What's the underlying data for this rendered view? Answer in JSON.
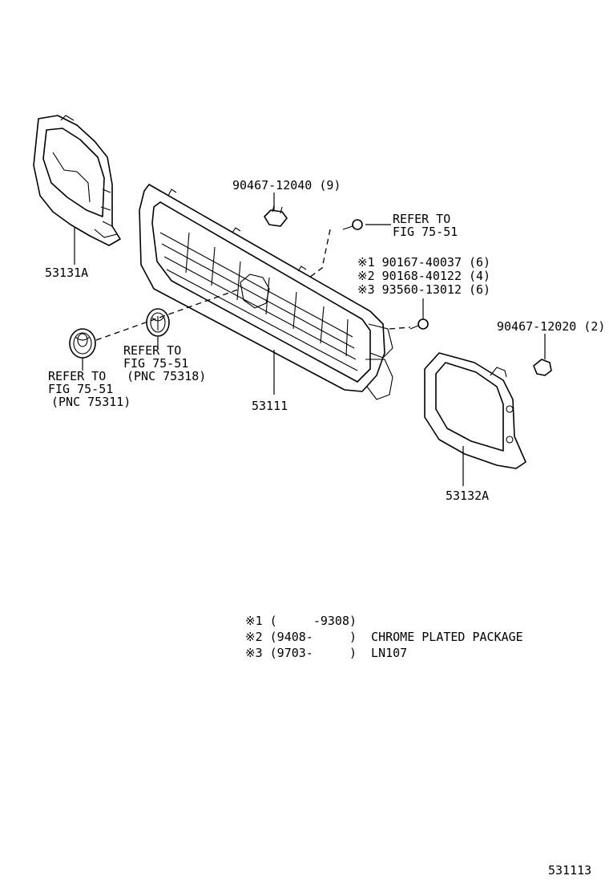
{
  "labels": {
    "grille_part": "53111",
    "left_frame_part": "53131A",
    "right_frame_part": "53132A",
    "clip_top": "90467-12040 (9)",
    "clip_right": "90467-12020 (2)",
    "refer_top_line1": "REFER TO",
    "refer_top_line2": "FIG 75-51",
    "screw_opt1": "※1 90167-40037 (6)",
    "screw_opt2": "※2 90168-40122 (4)",
    "screw_opt3": "※3 93560-13012 (6)",
    "emblem_front_line1": "REFER TO",
    "emblem_front_line2": "FIG 75-51",
    "emblem_front_line3": "(PNC 75311)",
    "emblem_rear_line1": "REFER TO",
    "emblem_rear_line2": "FIG 75-51",
    "emblem_rear_line3": "(PNC 75318)"
  },
  "notes": [
    "※1 (     -9308)",
    "※2 (9408-     )  CHROME PLATED PACKAGE",
    "※3 (9703-     )  LN107"
  ],
  "figure_id": "531113"
}
